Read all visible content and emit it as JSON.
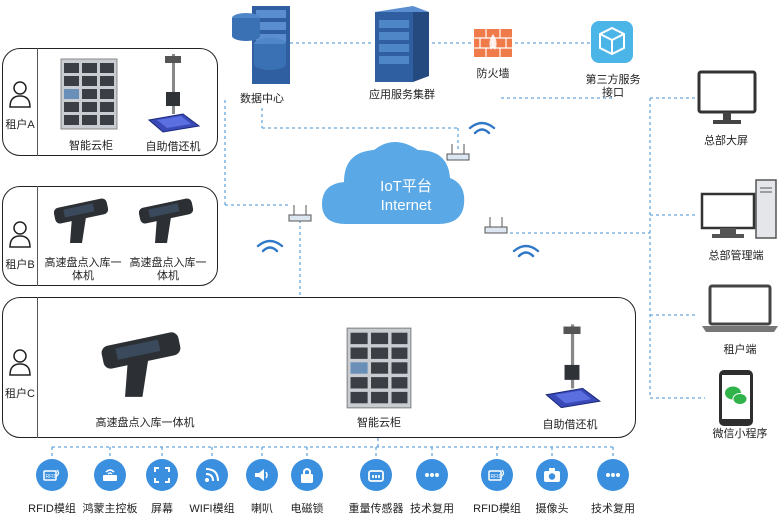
{
  "tenants": {
    "a": {
      "label": "租户A",
      "cabinet": "智能云柜",
      "kiosk": "自助借还机"
    },
    "b": {
      "label": "租户B",
      "scanner1": "高速盘点入库一体机",
      "scanner2": "高速盘点入库一体机"
    },
    "c": {
      "label": "租户C",
      "scanner": "高速盘点入库一体机",
      "cabinet": "智能云柜",
      "kiosk": "自助借还机"
    }
  },
  "backend": {
    "datacenter": "数据中心",
    "appcluster": "应用服务集群",
    "firewall": "防火墙",
    "thirdparty": "第三方服务接口"
  },
  "cloud": {
    "line1": "IoT平台",
    "line2": "Internet"
  },
  "endpoints": {
    "bigscreen": "总部大屏",
    "hq_mgmt": "总部管理端",
    "tenant_client": "租户端",
    "wechat": "微信小程序"
  },
  "modules": [
    {
      "label": "RFID模组",
      "icon": "rfid-icon"
    },
    {
      "label": "鸿蒙主控板",
      "icon": "router-icon"
    },
    {
      "label": "屏幕",
      "icon": "screen-icon"
    },
    {
      "label": "WIFI模组",
      "icon": "wifi-icon"
    },
    {
      "label": "喇叭",
      "icon": "speaker-icon"
    },
    {
      "label": "电磁锁",
      "icon": "lock-icon"
    },
    {
      "label": "重量传感器",
      "icon": "sensor-icon"
    },
    {
      "label": "技术复用",
      "icon": "more-icon"
    },
    {
      "label": "RFID模组",
      "icon": "rfid-icon"
    },
    {
      "label": "摄像头",
      "icon": "camera-icon"
    },
    {
      "label": "技术复用",
      "icon": "more-icon"
    }
  ],
  "colors": {
    "accent": "#3a8fde",
    "cloud": "#5aa9e6",
    "line": "#6aa8dc"
  }
}
